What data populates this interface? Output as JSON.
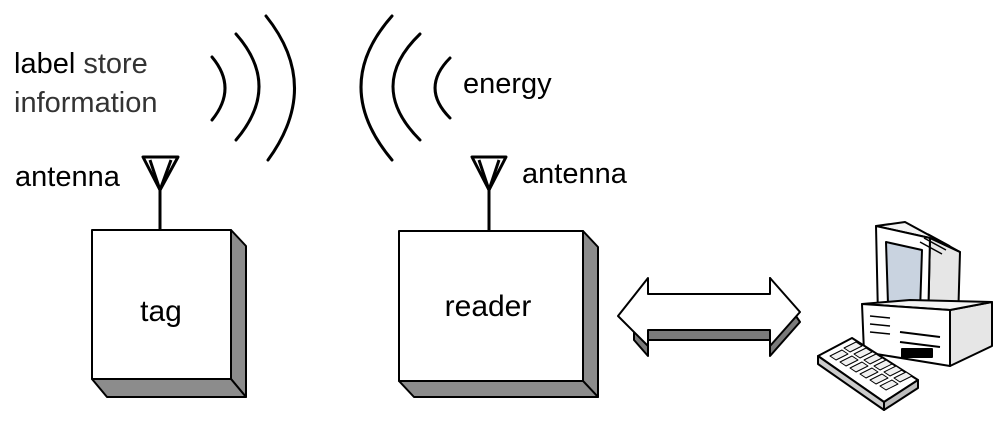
{
  "labels": {
    "tag_info_line1_a": "label",
    "tag_info_line1_b": "store",
    "tag_info_line2": "information",
    "energy": "energy",
    "tag_antenna": "antenna",
    "reader_antenna": "antenna",
    "tag": "tag",
    "reader": "reader"
  },
  "icons": {
    "tag_box": "tag-box-icon",
    "reader_box": "reader-box-icon",
    "tag_antenna": "antenna-icon",
    "reader_antenna": "antenna-icon",
    "waves_tag": "radio-waves-icon",
    "waves_reader": "radio-waves-icon",
    "arrow": "double-arrow-icon",
    "computer": "computer-icon"
  },
  "colors": {
    "stroke": "#000000",
    "box_fill": "#ffffff",
    "box_shadow": "#8c8c8c",
    "arrow_shadow": "#7a7a7a",
    "computer_body": "#ffffff",
    "computer_screen": "#c9d3e0"
  }
}
